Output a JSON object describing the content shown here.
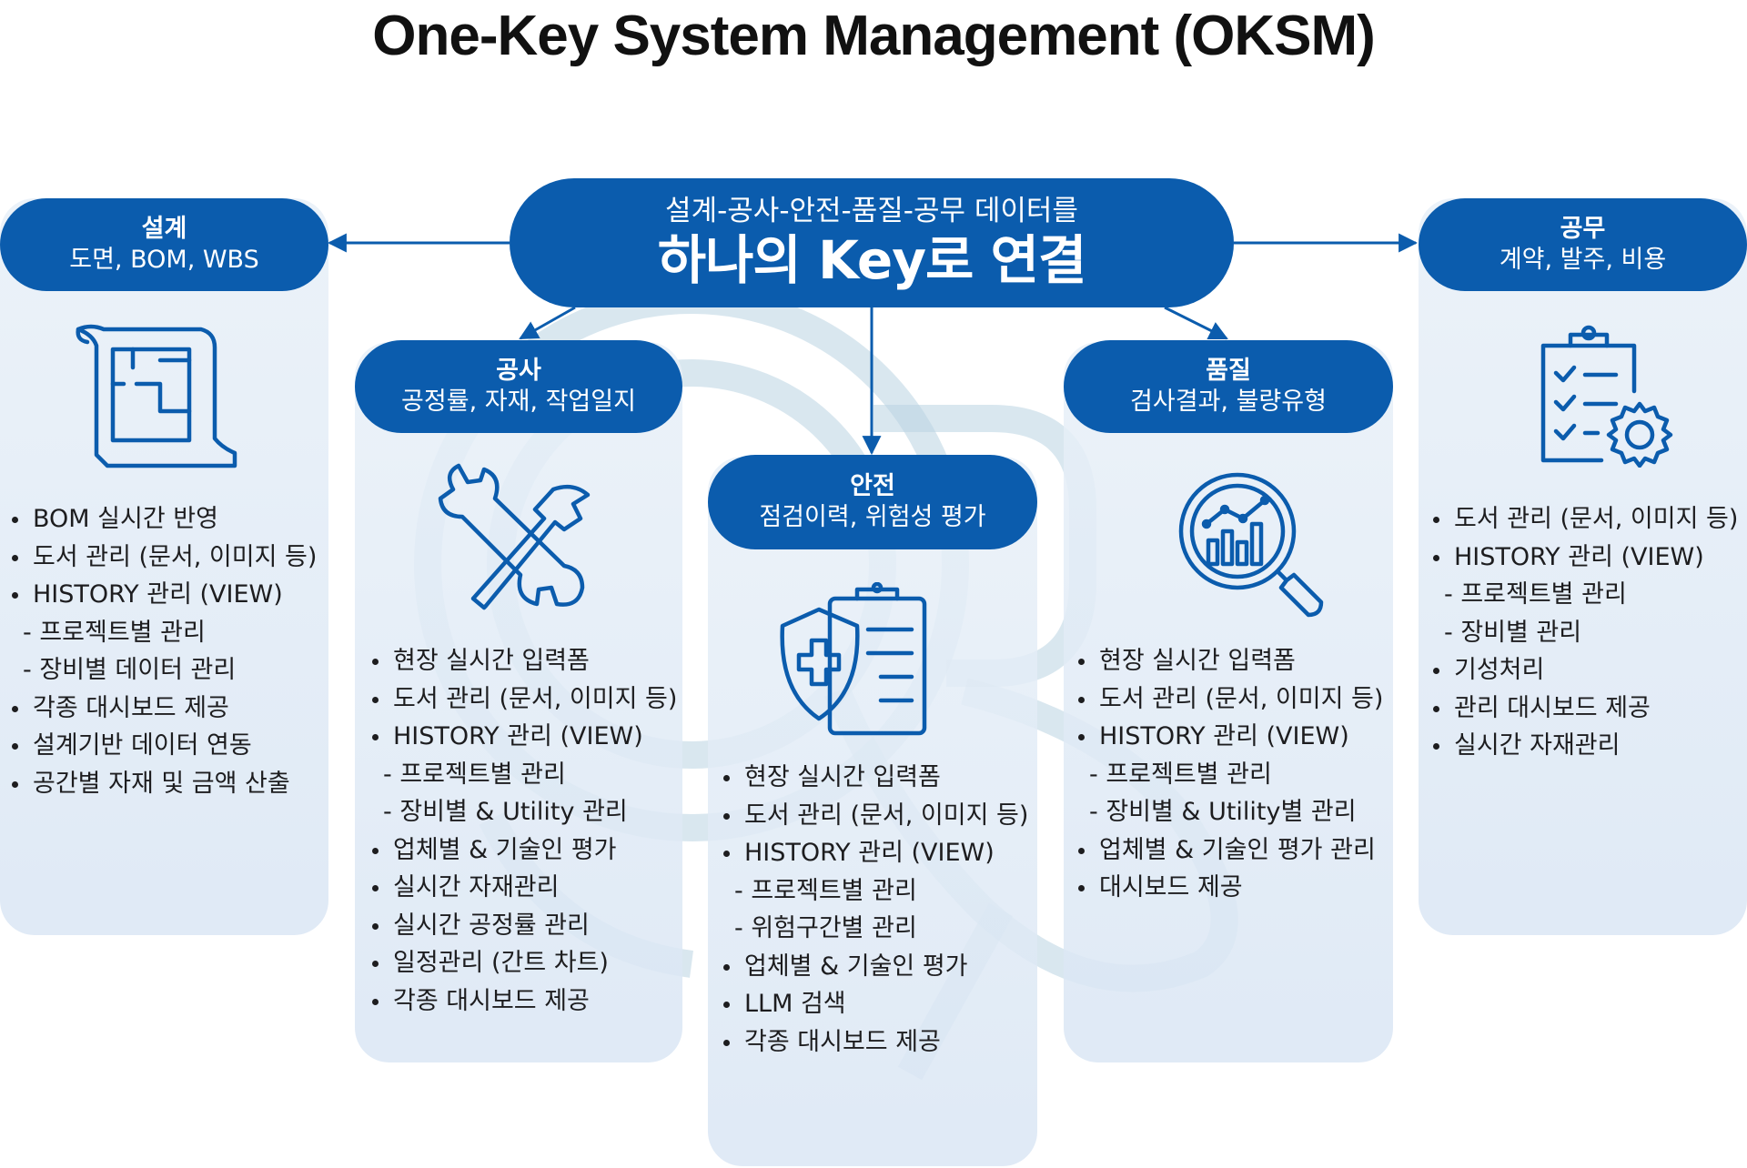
{
  "title": "One-Key System Management (OKSM)",
  "center": {
    "top": "설계-공사-안전-품질-공무 데이터를",
    "main": "하나의 Key로 연결"
  },
  "colors": {
    "primary": "#0b5cad",
    "panel": "#e4edf7",
    "watermark": "#9fc0d6"
  },
  "design": {
    "title": "설계",
    "subtitle": "도면, BOM, WBS",
    "icon": "blueprint-icon",
    "items": [
      {
        "text": "BOM 실시간 반영",
        "kind": "bullet"
      },
      {
        "text": "도서 관리 (문서, 이미지 등)",
        "kind": "bullet"
      },
      {
        "text": "HISTORY 관리 (VIEW)",
        "kind": "bullet"
      },
      {
        "text": "- 프로젝트별 관리",
        "kind": "sub"
      },
      {
        "text": "- 장비별 데이터 관리",
        "kind": "sub"
      },
      {
        "text": "각종 대시보드 제공",
        "kind": "bullet"
      },
      {
        "text": "설계기반 데이터 연동",
        "kind": "bullet"
      },
      {
        "text": "공간별 자재 및 금액 산출",
        "kind": "bullet"
      }
    ]
  },
  "construction": {
    "title": "공사",
    "subtitle": "공정률, 자재, 작업일지",
    "icon": "wrench-hammer-icon",
    "items": [
      {
        "text": "현장 실시간 입력폼",
        "kind": "bullet"
      },
      {
        "text": "도서 관리 (문서, 이미지 등)",
        "kind": "bullet"
      },
      {
        "text": "HISTORY 관리 (VIEW)",
        "kind": "bullet"
      },
      {
        "text": "- 프로젝트별 관리",
        "kind": "sub"
      },
      {
        "text": "- 장비별 & Utility 관리",
        "kind": "sub"
      },
      {
        "text": "업체별 & 기술인 평가",
        "kind": "bullet"
      },
      {
        "text": "실시간 자재관리",
        "kind": "bullet"
      },
      {
        "text": "실시간 공정률 관리",
        "kind": "bullet"
      },
      {
        "text": "일정관리 (간트 차트)",
        "kind": "bullet"
      },
      {
        "text": "각종 대시보드 제공",
        "kind": "bullet"
      }
    ]
  },
  "safety": {
    "title": "안전",
    "subtitle": "점검이력, 위험성 평가",
    "icon": "shield-clipboard-icon",
    "items": [
      {
        "text": "현장 실시간 입력폼",
        "kind": "bullet"
      },
      {
        "text": "도서 관리 (문서, 이미지 등)",
        "kind": "bullet"
      },
      {
        "text": "HISTORY 관리 (VIEW)",
        "kind": "bullet"
      },
      {
        "text": "- 프로젝트별 관리",
        "kind": "sub"
      },
      {
        "text": "- 위험구간별 관리",
        "kind": "sub"
      },
      {
        "text": "업체별 & 기술인 평가",
        "kind": "bullet"
      },
      {
        "text": "LLM 검색",
        "kind": "bullet"
      },
      {
        "text": "각종 대시보드 제공",
        "kind": "bullet"
      }
    ]
  },
  "quality": {
    "title": "품질",
    "subtitle": "검사결과, 불량유형",
    "icon": "magnifier-chart-icon",
    "items": [
      {
        "text": "현장 실시간 입력폼",
        "kind": "bullet"
      },
      {
        "text": "도서 관리 (문서, 이미지 등)",
        "kind": "bullet"
      },
      {
        "text": "HISTORY 관리 (VIEW)",
        "kind": "bullet"
      },
      {
        "text": "- 프로젝트별 관리",
        "kind": "sub"
      },
      {
        "text": "- 장비별 & Utility별 관리",
        "kind": "sub"
      },
      {
        "text": "업체별 & 기술인 평가 관리",
        "kind": "bullet"
      },
      {
        "text": "대시보드 제공",
        "kind": "bullet"
      }
    ]
  },
  "admin": {
    "title": "공무",
    "subtitle": "계약, 발주, 비용",
    "icon": "clipboard-gear-icon",
    "items": [
      {
        "text": "도서 관리 (문서, 이미지 등)",
        "kind": "bullet"
      },
      {
        "text": "HISTORY 관리 (VIEW)",
        "kind": "bullet"
      },
      {
        "text": "- 프로젝트별 관리",
        "kind": "sub"
      },
      {
        "text": "- 장비별 관리",
        "kind": "sub"
      },
      {
        "text": "기성처리",
        "kind": "bullet"
      },
      {
        "text": "관리 대시보드 제공",
        "kind": "bullet"
      },
      {
        "text": "실시간 자재관리",
        "kind": "bullet"
      }
    ]
  }
}
